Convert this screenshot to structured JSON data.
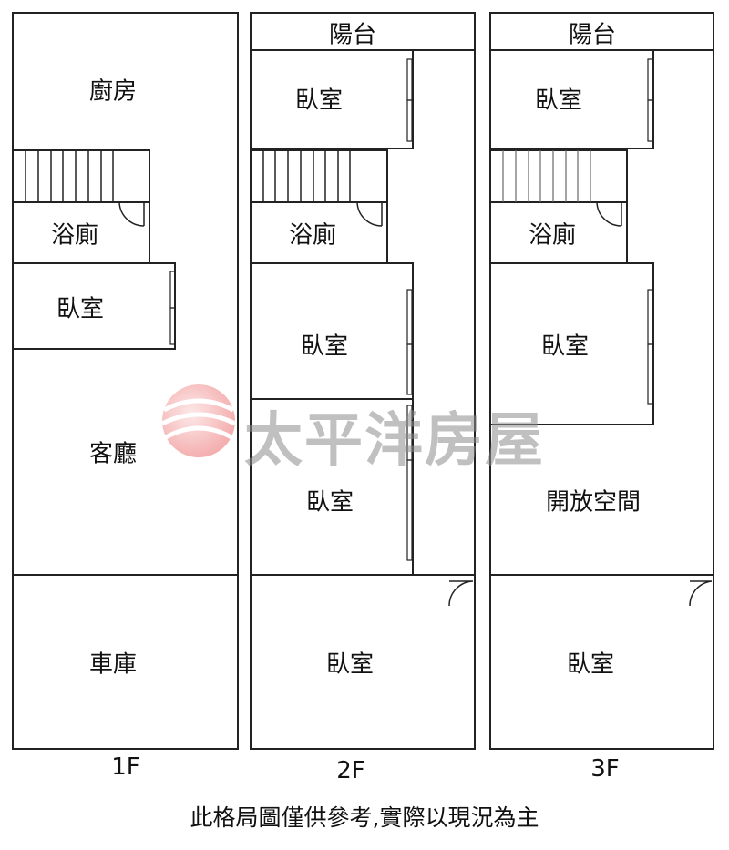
{
  "floors": [
    {
      "label": "1F",
      "rooms": [
        "廚房",
        "浴廁",
        "臥室",
        "客廳",
        "車庫"
      ]
    },
    {
      "label": "2F",
      "rooms": [
        "陽台",
        "臥室",
        "浴廁",
        "臥室",
        "臥室",
        "臥室"
      ]
    },
    {
      "label": "3F",
      "rooms": [
        "陽台",
        "臥室",
        "浴廁",
        "臥室",
        "開放空間",
        "臥室"
      ]
    }
  ],
  "watermark": "太平洋房屋",
  "note": "此格局圖僅供參考,實際以現況為主",
  "colors": {
    "wall": "#222222",
    "watermark_logo": "#f4a9a9"
  }
}
